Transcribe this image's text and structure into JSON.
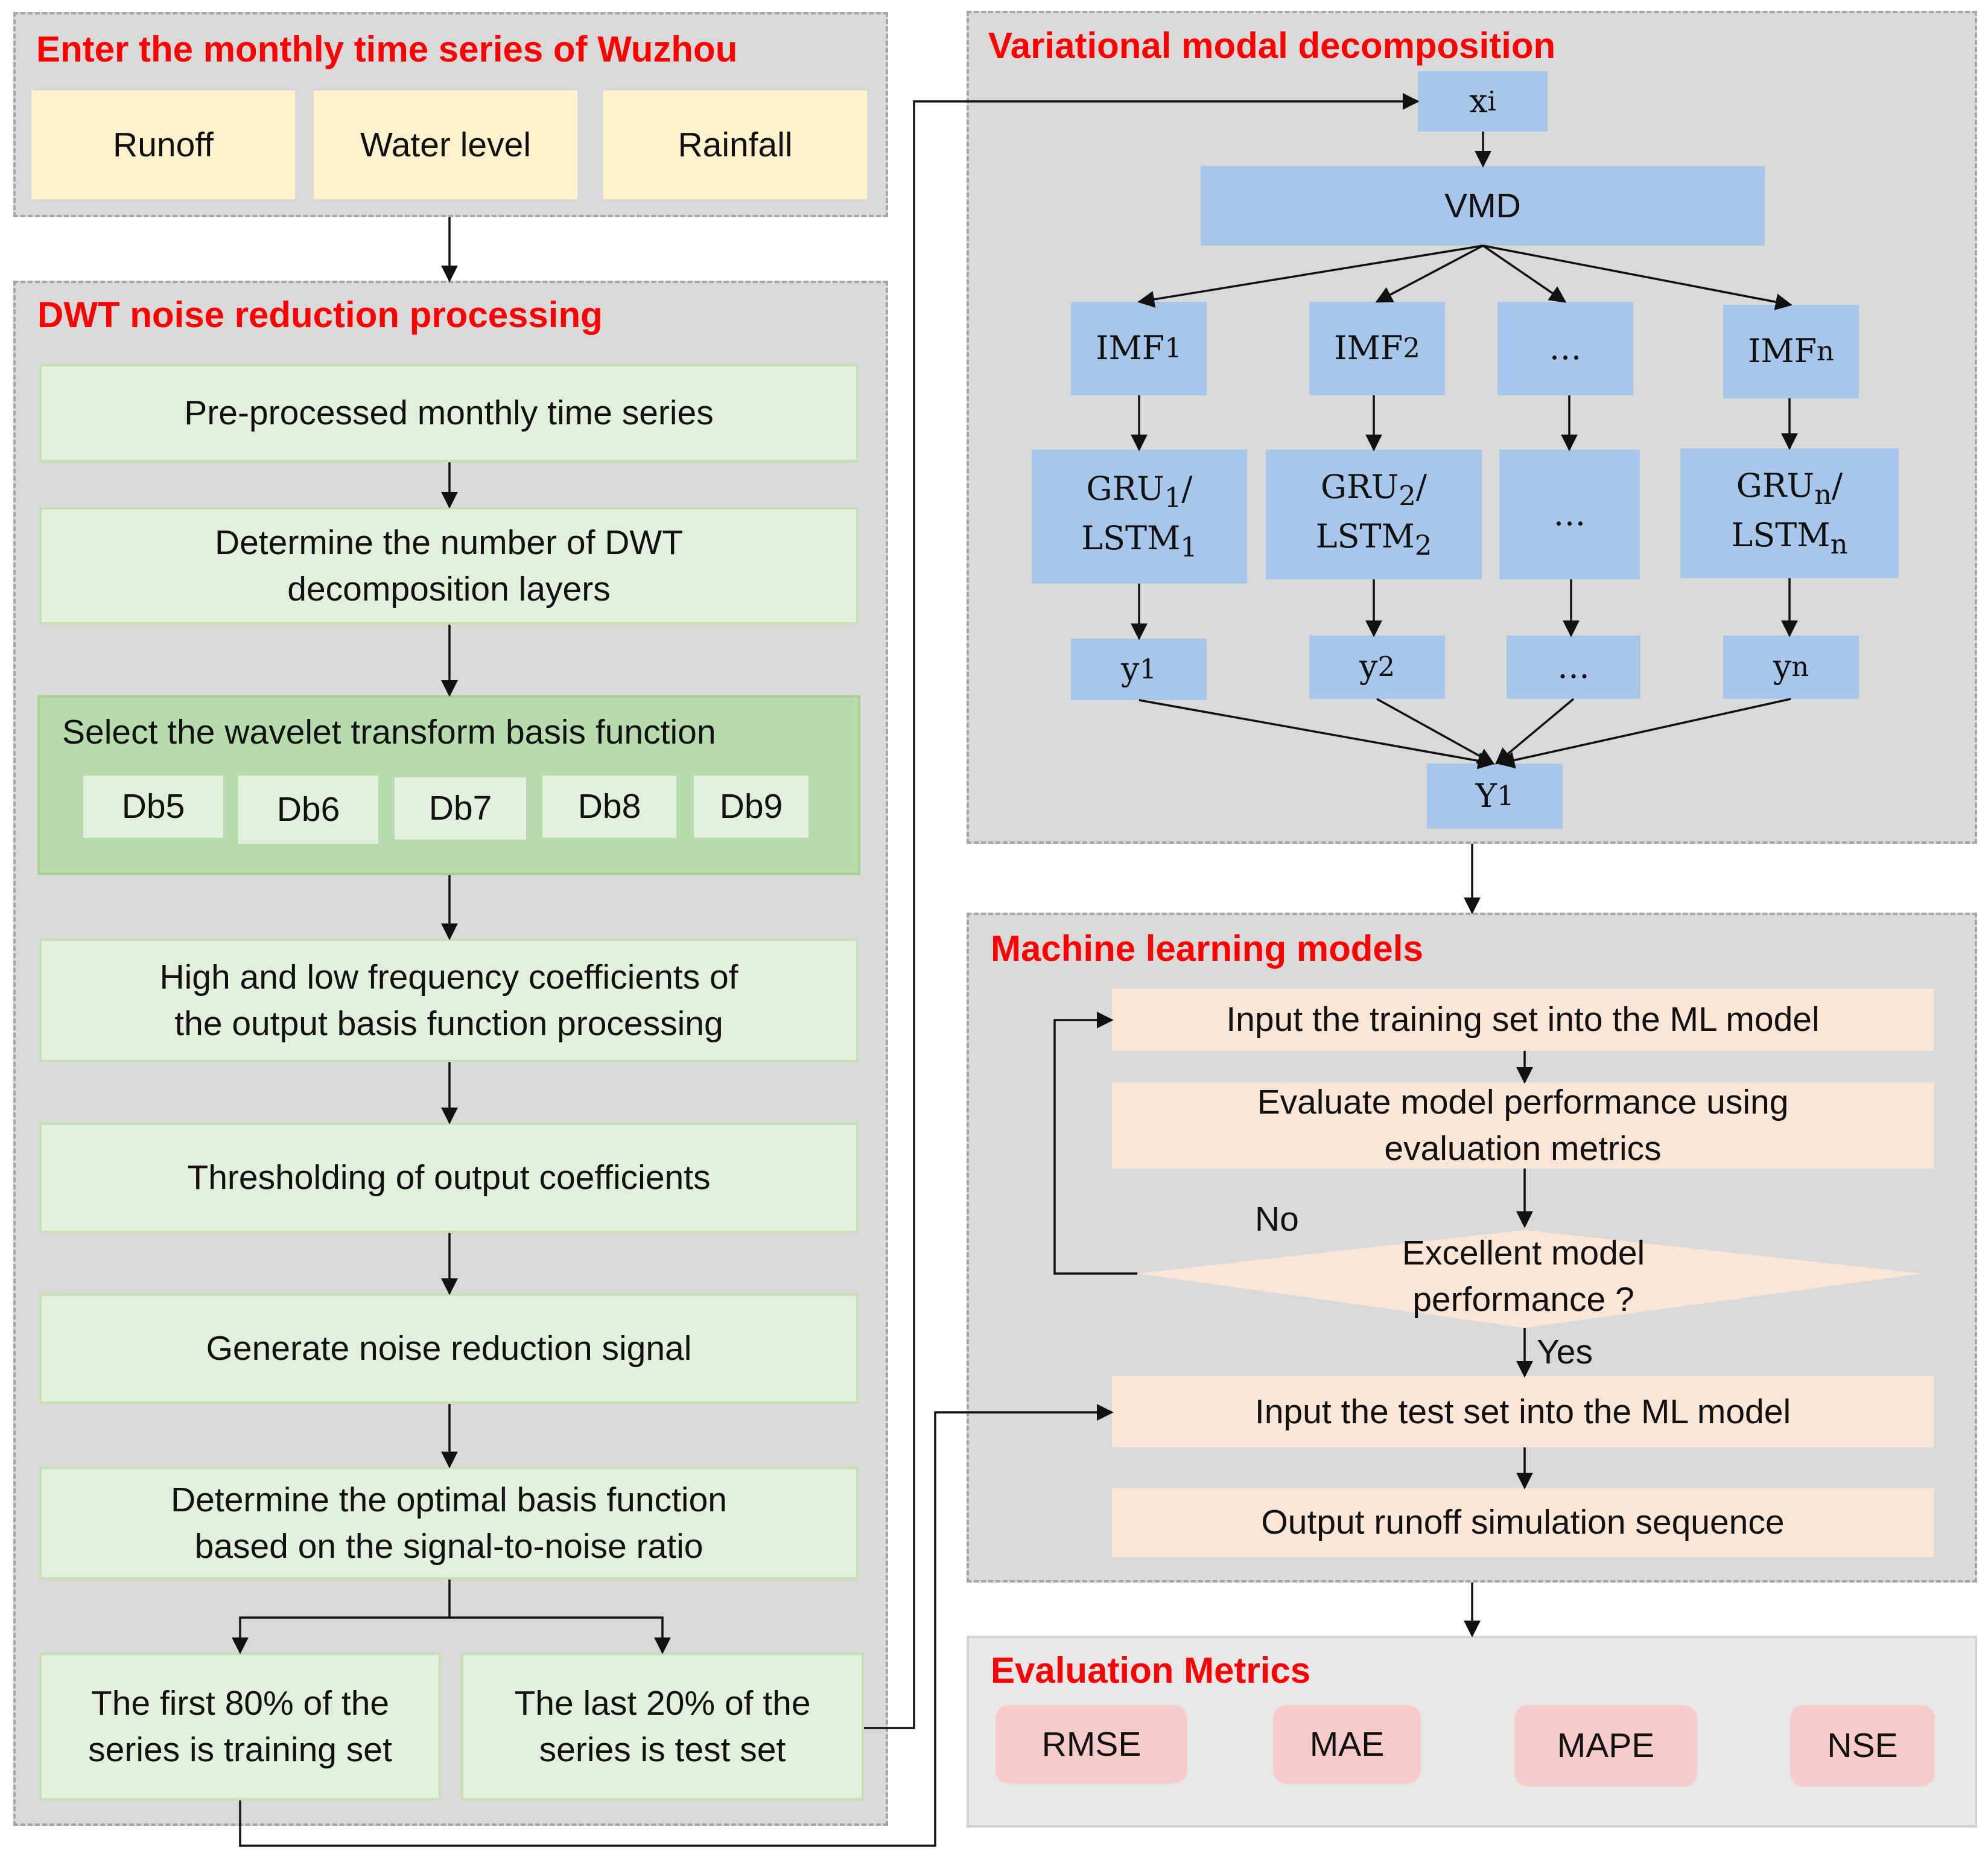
{
  "input_panel": {
    "title": "Enter the monthly  time series of Wuzhou",
    "items": [
      "Runoff",
      "Water level",
      "Rainfall"
    ]
  },
  "dwt_panel": {
    "title": "DWT noise reduction processing",
    "step1": "Pre-processed monthly time series",
    "step2": "Determine the number of DWT decomposition layers",
    "step3": "Select the wavelet transform basis function",
    "wavelets": [
      "Db5",
      "Db6",
      "Db7",
      "Db8",
      "Db9"
    ],
    "step4": "High and low frequency coefficients of the output basis function processing",
    "step5": "Thresholding of output coefficients",
    "step6": "Generate noise reduction signal",
    "step7": "Determine the optimal basis function based on the signal-to-noise ratio",
    "train": "The first 80% of the series is training set",
    "test": "The last 20% of the series is test set"
  },
  "vmd_panel": {
    "title": "Variational modal decomposition",
    "input": "x",
    "input_sub": "i",
    "vmd": "VMD",
    "imfs": [
      {
        "base": "IMF",
        "sub": "1"
      },
      {
        "base": "IMF",
        "sub": "2"
      },
      {
        "base": "…",
        "sub": ""
      },
      {
        "base": "IMF",
        "sub": "n"
      }
    ],
    "models": [
      {
        "gru": "GRU",
        "lstm": "LSTM",
        "sub": "1"
      },
      {
        "gru": "GRU",
        "lstm": "LSTM",
        "sub": "2"
      },
      {
        "gru": "…",
        "lstm": "",
        "sub": ""
      },
      {
        "gru": "GRU",
        "lstm": "LSTM",
        "sub": "n"
      }
    ],
    "outputs": [
      {
        "base": "y",
        "sub": "1"
      },
      {
        "base": "y",
        "sub": "2"
      },
      {
        "base": "…",
        "sub": ""
      },
      {
        "base": "y",
        "sub": "n"
      }
    ],
    "result": "Y",
    "result_sub": "1"
  },
  "ml_panel": {
    "title": "Machine learning models",
    "step1": "Input the training set into the ML model",
    "step2": "Evaluate model performance using evaluation metrics",
    "decision": "Excellent model performance ?",
    "no": "No",
    "yes": "Yes",
    "step3": "Input the test set into the ML model",
    "step4": "Output runoff simulation sequence"
  },
  "metrics_panel": {
    "title": "Evaluation Metrics",
    "items": [
      "RMSE",
      "MAE",
      "MAPE",
      "NSE"
    ]
  }
}
